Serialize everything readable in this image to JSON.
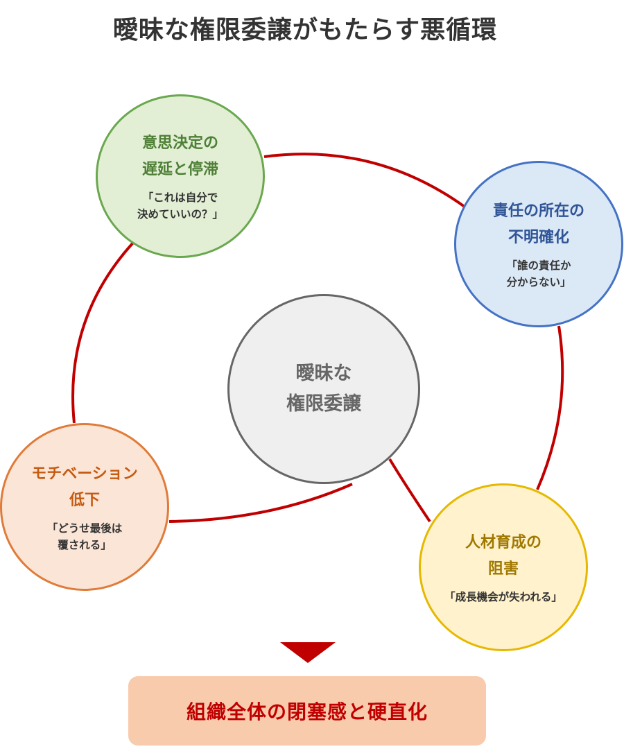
{
  "title": "曖昧な権限委譲がもたらす悪循環",
  "colors": {
    "cycle": "#c00000",
    "green": "#6aa84f",
    "blue": "#4472c4",
    "orange": "#e07b39",
    "yellow": "#e6b800",
    "center": "#666666"
  },
  "center": {
    "line1": "曖昧な",
    "line2": "権限委譲"
  },
  "nodes": [
    {
      "id": "decision-delay",
      "heading_line1": "意思決定の",
      "heading_line2": "遅延と停滞",
      "quote_line1": "「これは自分で",
      "quote_line2": "決めていいの？」"
    },
    {
      "id": "responsibility-unclear",
      "heading_line1": "責任の所在の",
      "heading_line2": "不明確化",
      "quote_line1": "「誰の責任か",
      "quote_line2": "分からない」"
    },
    {
      "id": "talent-hindrance",
      "heading_line1": "人材育成の",
      "heading_line2": "阻害",
      "quote_line1": "「成長機会が失われる」"
    },
    {
      "id": "motivation-drop",
      "heading_line1": "モチベーション",
      "heading_line2": "低下",
      "quote_line1": "「どうせ最後は",
      "quote_line2": "覆される」"
    }
  ],
  "result": "組織全体の閉塞感と硬直化"
}
